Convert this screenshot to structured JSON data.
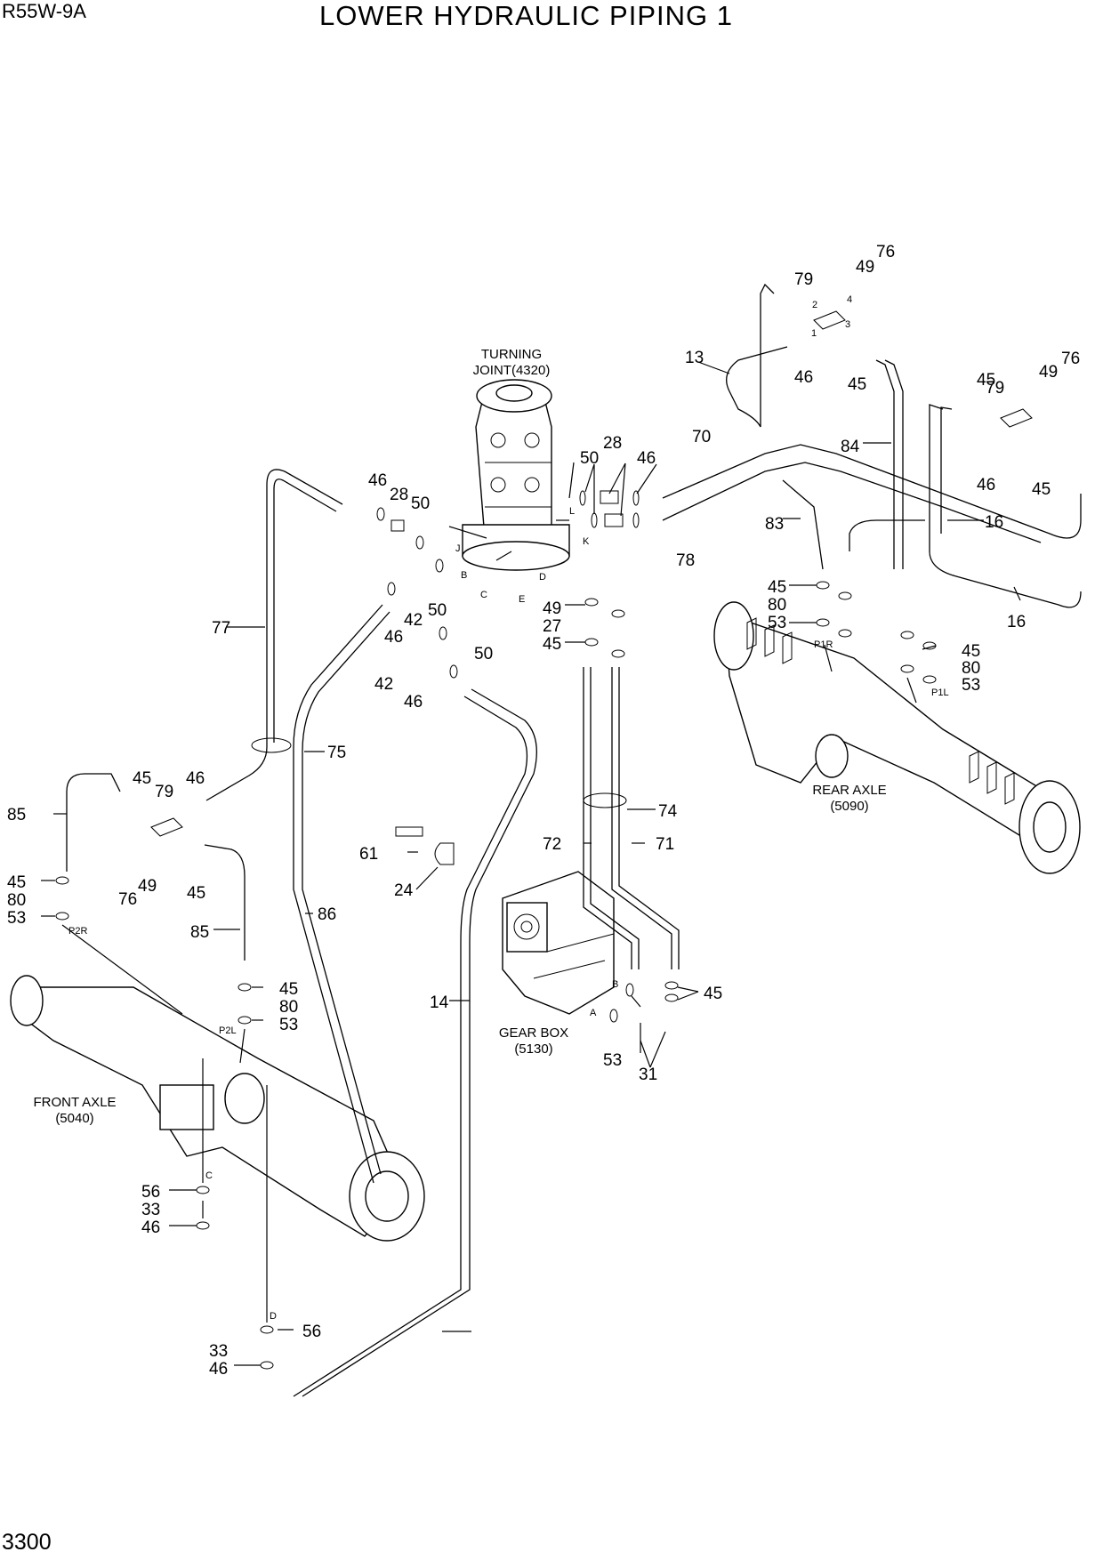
{
  "header": {
    "model": "R55W-9A",
    "title": "LOWER HYDRAULIC PIPING 1"
  },
  "footer": {
    "page_number": "3300"
  },
  "components": {
    "turning_joint": [
      "TURNING",
      "JOINT(4320)"
    ],
    "rear_axle": [
      "REAR AXLE",
      "(5090)"
    ],
    "front_axle": [
      "FRONT AXLE",
      "(5040)"
    ],
    "gear_box": [
      "GEAR BOX",
      "(5130)"
    ]
  },
  "port_labels": [
    "J",
    "B",
    "C",
    "D",
    "E",
    "L",
    "K",
    "P2R",
    "P2L",
    "P1R",
    "P1L",
    "C",
    "D",
    "A",
    "B",
    "1",
    "2",
    "3",
    "4"
  ],
  "callouts": [
    "76",
    "49",
    "79",
    "45",
    "45",
    "46",
    "13",
    "76",
    "49",
    "79",
    "45",
    "45",
    "46",
    "28",
    "50",
    "46",
    "70",
    "84",
    "46",
    "45",
    "28",
    "46",
    "50",
    "16",
    "83",
    "78",
    "16",
    "50",
    "42",
    "46",
    "45",
    "80",
    "53",
    "45",
    "80",
    "53",
    "49",
    "27",
    "45",
    "50",
    "42",
    "46",
    "77",
    "75",
    "45",
    "79",
    "46",
    "85",
    "74",
    "72",
    "71",
    "61",
    "24",
    "86",
    "45",
    "80",
    "53",
    "76",
    "49",
    "45",
    "85",
    "45",
    "80",
    "53",
    "14",
    "45",
    "53",
    "31",
    "56",
    "33",
    "46",
    "56",
    "33",
    "46"
  ]
}
